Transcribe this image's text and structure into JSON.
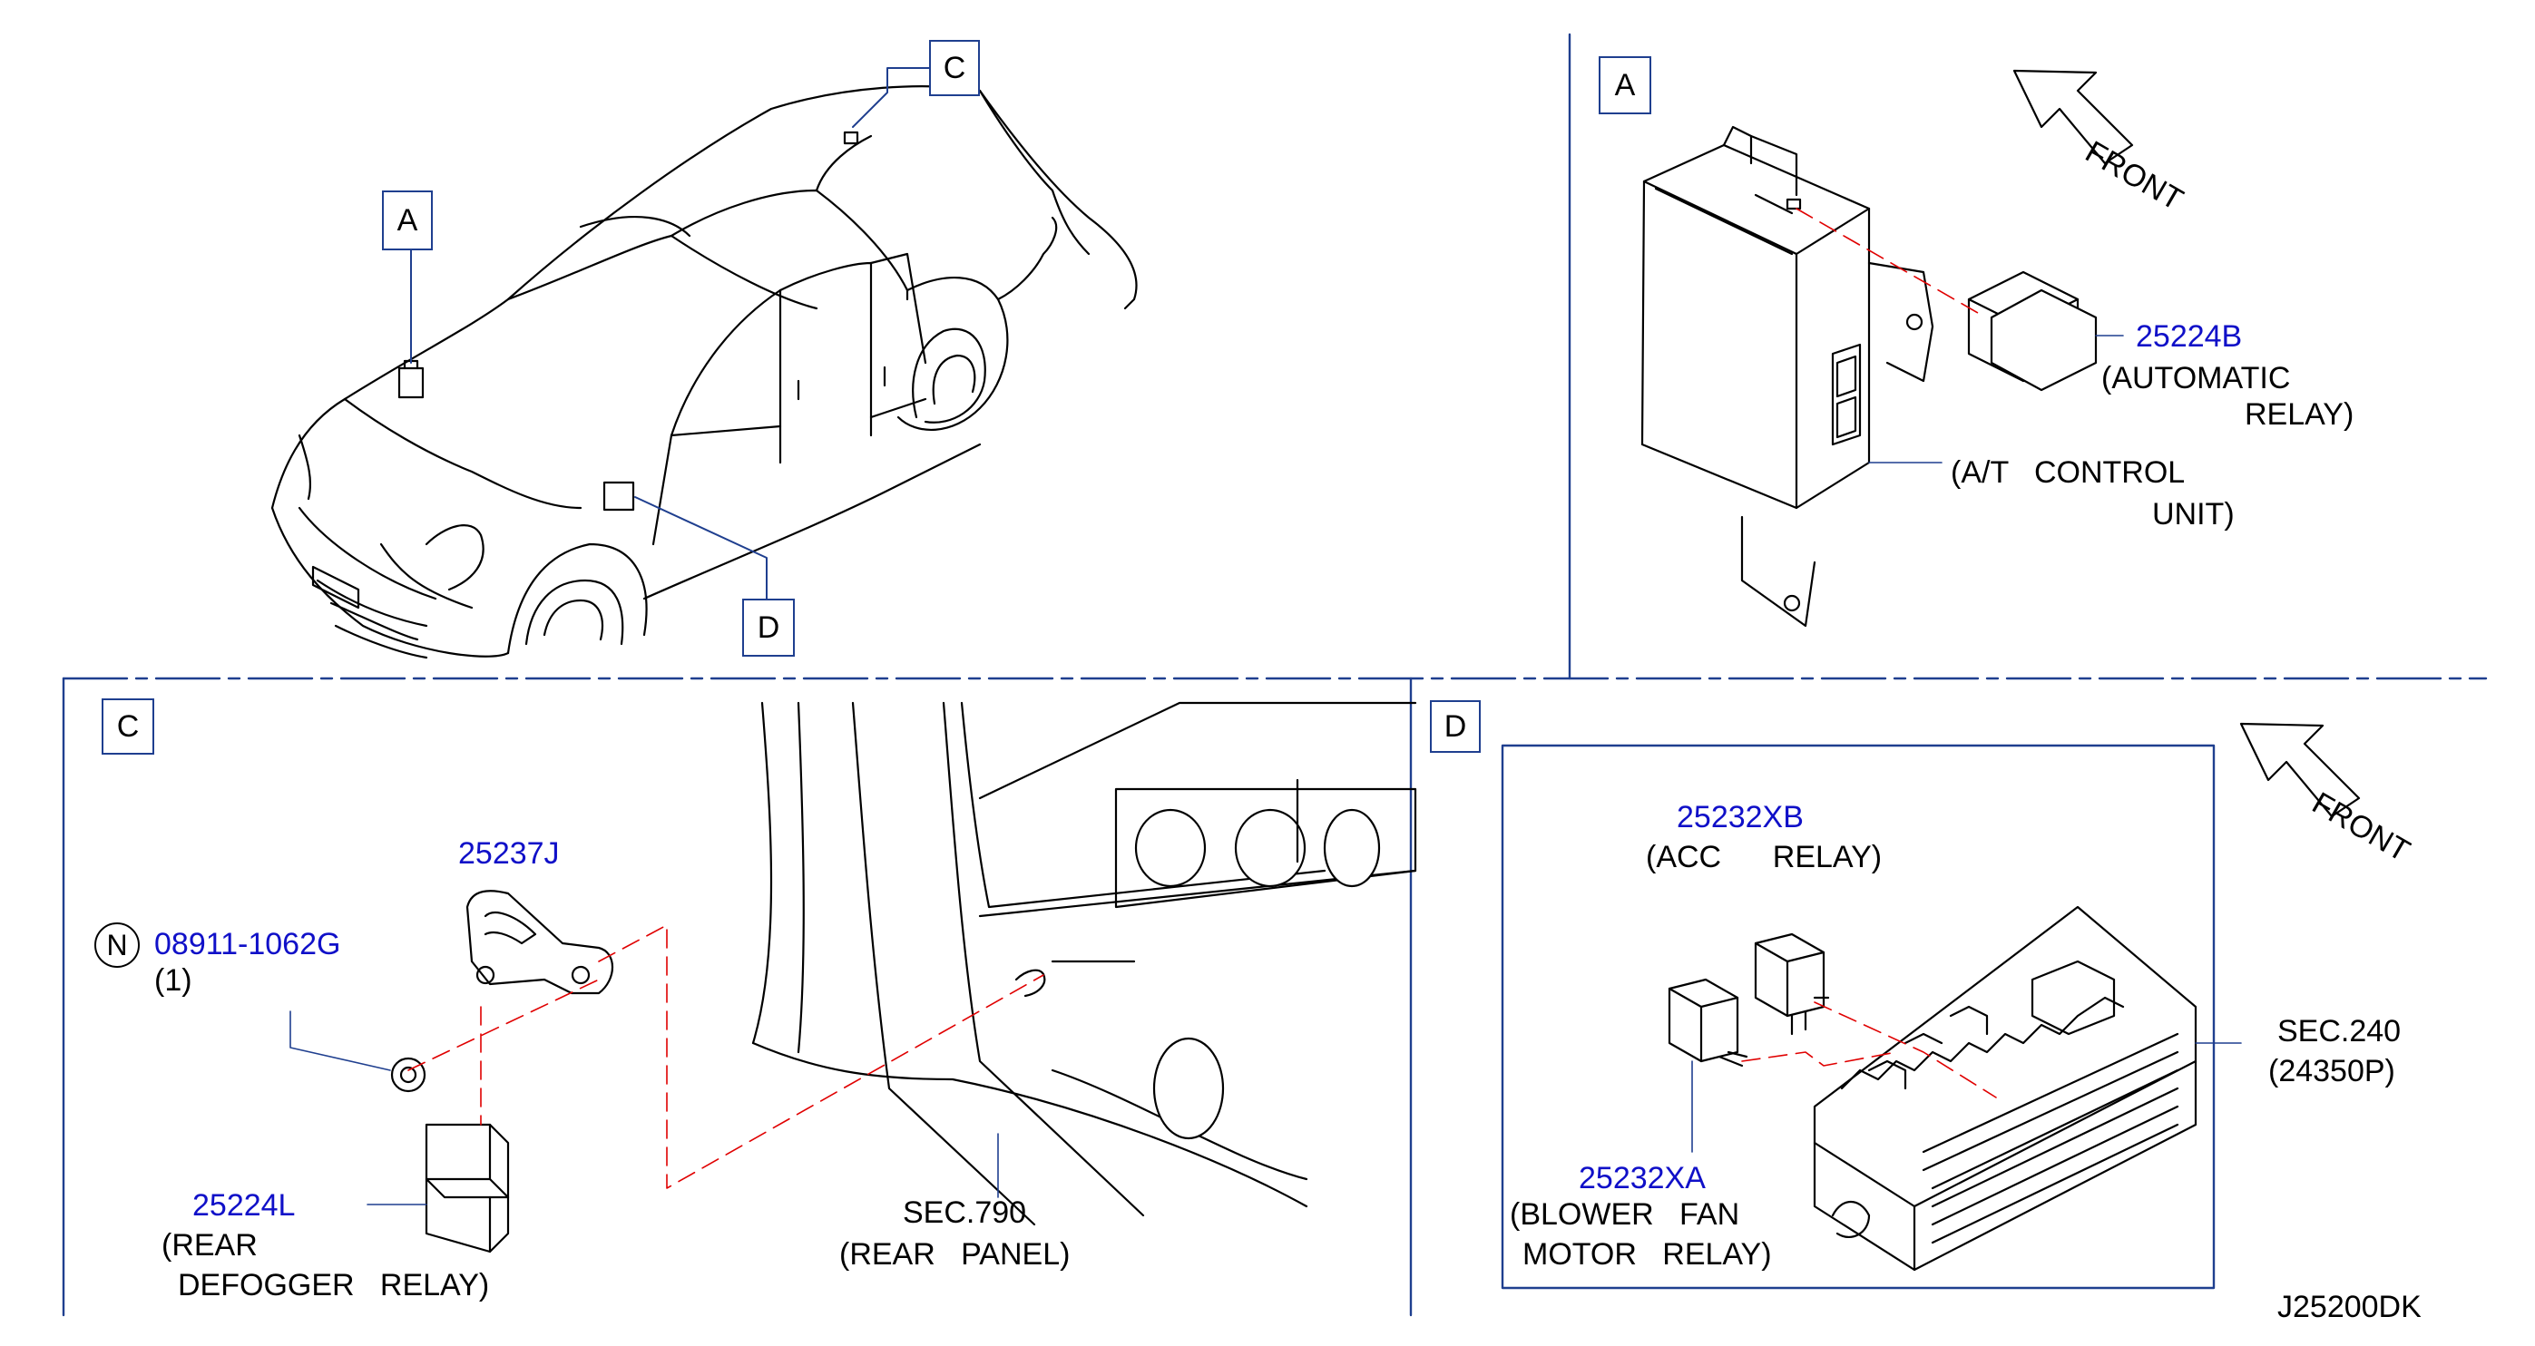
{
  "colors": {
    "frame": "#1f3f8f",
    "part_number": "#1010c8",
    "leader_dash": "#e00000",
    "line": "#000000"
  },
  "callouts": {
    "a": "A",
    "c": "C",
    "d": "D"
  },
  "panel_a": {
    "box": "A",
    "front": "FRONT",
    "relay_part": "25224B",
    "relay_name_1": "(AUTOMATIC",
    "relay_name_2": "RELAY)",
    "unit_name_1": "(A/T   CONTROL",
    "unit_name_2": "UNIT)"
  },
  "panel_c": {
    "box": "C",
    "nut_symbol": "N",
    "nut_part": "08911-1062G",
    "nut_qty": "(1)",
    "bracket_part": "25237J",
    "relay_part": "25224L",
    "relay_name_1": "(REAR",
    "relay_name_2": "DEFOGGER   RELAY)",
    "section_1": "SEC.790",
    "section_2": "(REAR   PANEL)"
  },
  "panel_d": {
    "box": "D",
    "front": "FRONT",
    "acc_part": "25232XB",
    "acc_name": "(ACC      RELAY)",
    "blower_part": "25232XA",
    "blower_name_1": "(BLOWER   FAN",
    "blower_name_2": "MOTOR   RELAY)",
    "section_1": "SEC.240",
    "section_2": "(24350P)"
  },
  "diagram_code": "J25200DK"
}
